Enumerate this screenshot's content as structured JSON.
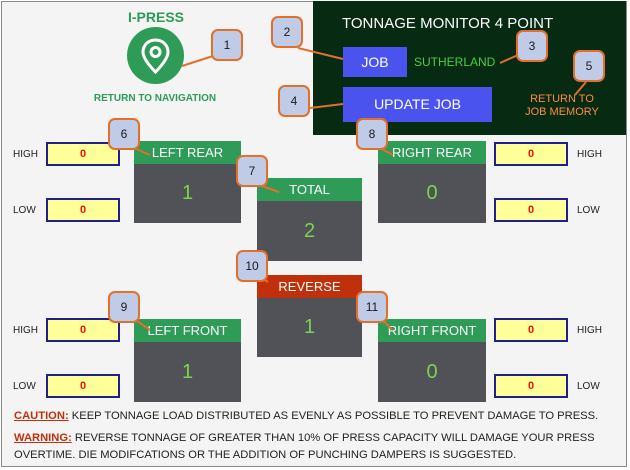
{
  "logo": {
    "title": "I-PRESS",
    "icon": "map-pin-icon",
    "return_link": "RETURN TO NAVIGATION"
  },
  "header": {
    "title": "TONNAGE MONITOR 4 POINT",
    "job_button": "JOB",
    "job_value": "SUTHERLAND",
    "update_button": "UPDATE JOB",
    "return_memory_line1": "RETURN TO",
    "return_memory_line2": "JOB MEMORY"
  },
  "gauges": {
    "left_rear": {
      "label": "LEFT REAR",
      "value": "1",
      "high": "0",
      "low": "0"
    },
    "right_rear": {
      "label": "RIGHT REAR",
      "value": "0",
      "high": "0",
      "low": "0"
    },
    "total": {
      "label": "TOTAL",
      "value": "2"
    },
    "reverse": {
      "label": "REVERSE",
      "value": "1"
    },
    "left_front": {
      "label": "LEFT FRONT",
      "value": "1",
      "high": "0",
      "low": "0"
    },
    "right_front": {
      "label": "RIGHT FRONT",
      "value": "0",
      "high": "0",
      "low": "0"
    }
  },
  "limit_labels": {
    "high": "HIGH",
    "low": "LOW"
  },
  "callouts": [
    "1",
    "2",
    "3",
    "4",
    "5",
    "6",
    "7",
    "8",
    "9",
    "10",
    "11"
  ],
  "notes": {
    "caution_key": "CAUTION:",
    "caution_text": " KEEP TONNAGE LOAD DISTRIBUTED AS EVENLY AS POSSIBLE TO PREVENT DAMAGE TO PRESS.",
    "warning_key": "WARNING:",
    "warning_text": " REVERSE TONNAGE OF GREATER THAN 10% OF PRESS CAPACITY WILL DAMAGE YOUR PRESS OVERTIME. DIE MODIFCATIONS OR THE ADDITION OF PUNCHING DAMPERS IS SUGGESTED."
  },
  "colors": {
    "green": "#2e9b57",
    "dark_green_panel": "#072a12",
    "blue_button": "#4b53ee",
    "reverse_red": "#c0300b",
    "limit_yellow": "#ffff99",
    "callout_fill": "#c0cbe8",
    "callout_border": "#e2702b"
  }
}
